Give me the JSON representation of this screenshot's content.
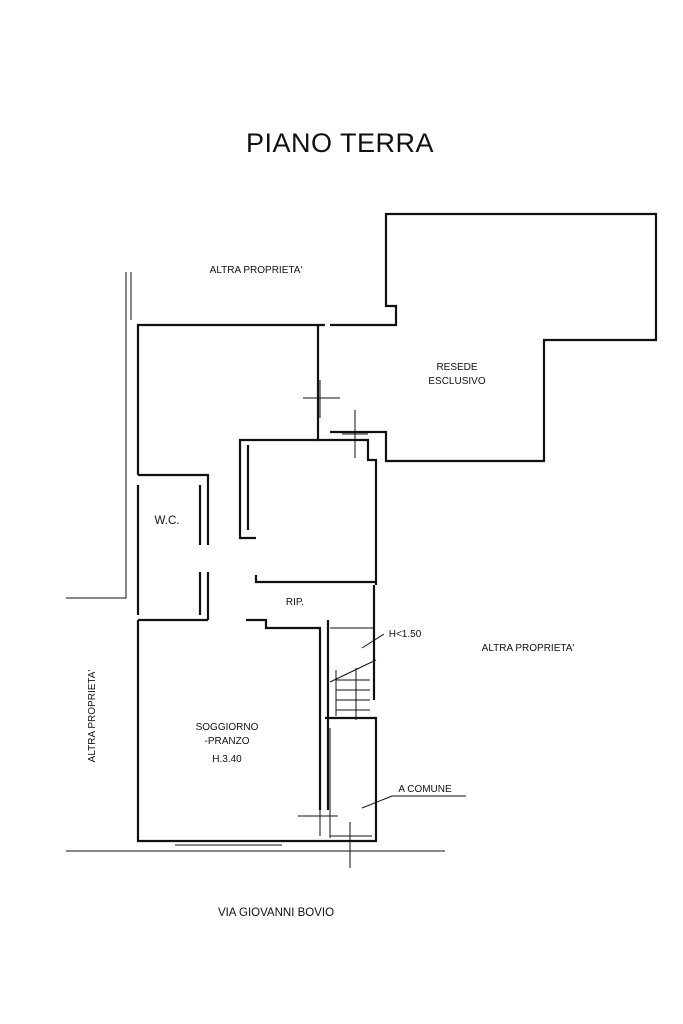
{
  "title": "PIANO TERRA",
  "labels": {
    "altra_top": "ALTRA PROPRIETA'",
    "resede_1": "RESEDE",
    "resede_2": "ESCLUSIVO",
    "wc": "W.C.",
    "rip": "RIP.",
    "height_stair": "H<1.50",
    "altra_right": "ALTRA PROPRIETA'",
    "altra_left": "ALTRA PROPRIETA'",
    "soggiorno_1": "SOGGIORNO",
    "soggiorno_2": "-PRANZO",
    "soggiorno_h": "H.3.40",
    "comune": "A COMUNE",
    "street": "VIA GIOVANNI BOVIO"
  }
}
